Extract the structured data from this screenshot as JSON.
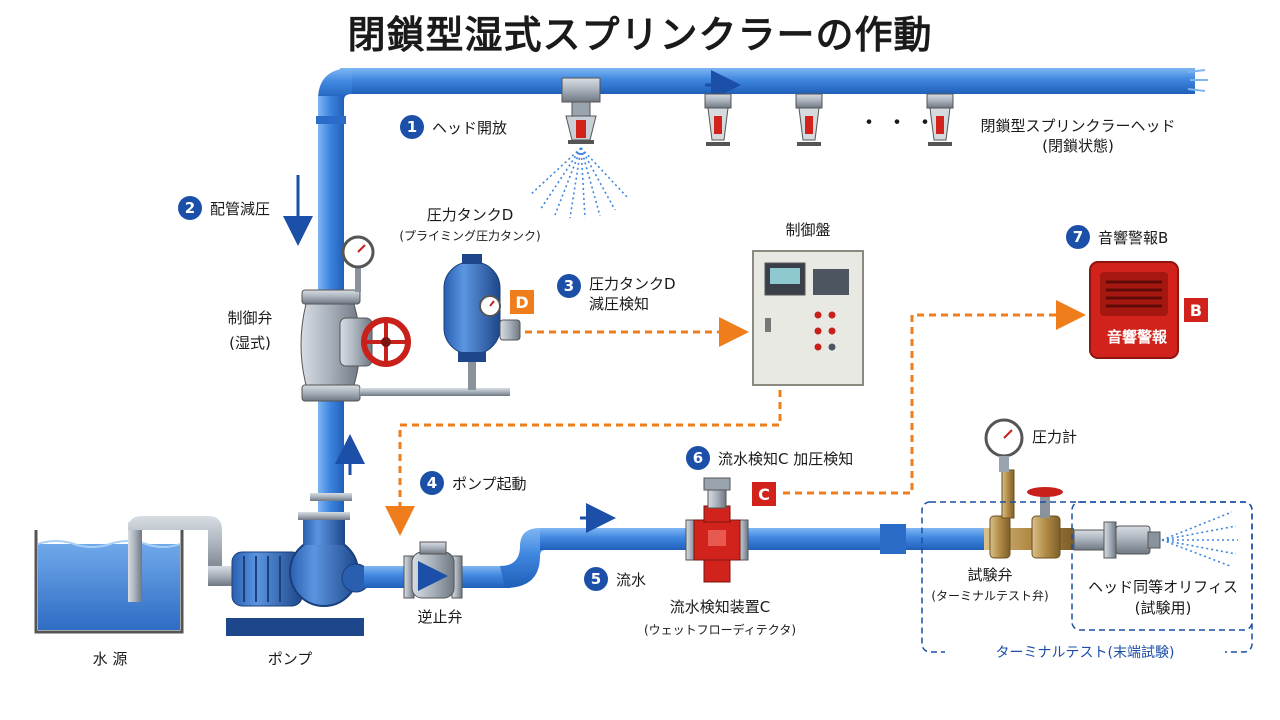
{
  "title": "閉鎖型湿式スプリンクラーの作動",
  "steps": {
    "s1": {
      "num": "1",
      "label": "ヘッド開放"
    },
    "s2": {
      "num": "2",
      "label": "配管減圧"
    },
    "s3": {
      "num": "3",
      "label": "圧力タンクD",
      "label2": "減圧検知"
    },
    "s4": {
      "num": "4",
      "label": "ポンプ起動"
    },
    "s5": {
      "num": "5",
      "label": "流水"
    },
    "s6": {
      "num": "6",
      "label": "流水検知C 加圧検知"
    },
    "s7": {
      "num": "7",
      "label": "音響警報B"
    }
  },
  "labels": {
    "closed_head": "閉鎖型スプリンクラーヘッド",
    "closed_head_state": "(閉鎖状態)",
    "dots": "・・・",
    "tank_name": "圧力タンクD",
    "tank_sub": "(プライミング圧力タンク)",
    "control_panel": "制御盤",
    "control_valve": "制御弁",
    "control_valve_sub": "(湿式)",
    "water_source": "水 源",
    "pump": "ポンプ",
    "check_valve": "逆止弁",
    "flow_device": "流水検知装置C",
    "flow_device_sub": "(ウェットフローディテクタ)",
    "pressure_gauge": "圧力計",
    "test_valve": "試験弁",
    "test_valve_sub": "(ターミナルテスト弁)",
    "orifice": "ヘッド同等オリフィス",
    "orifice_sub": "(試験用)",
    "terminal_test": "ターミナルテスト(末端試験)",
    "alarm_text": "音響警報"
  },
  "tags": {
    "d": "D",
    "c": "C",
    "b": "B"
  },
  "colors": {
    "pipe": "#3f86e0",
    "step": "#1b4fa8",
    "signal": "#f07d1c",
    "alarm": "#d1231b"
  }
}
